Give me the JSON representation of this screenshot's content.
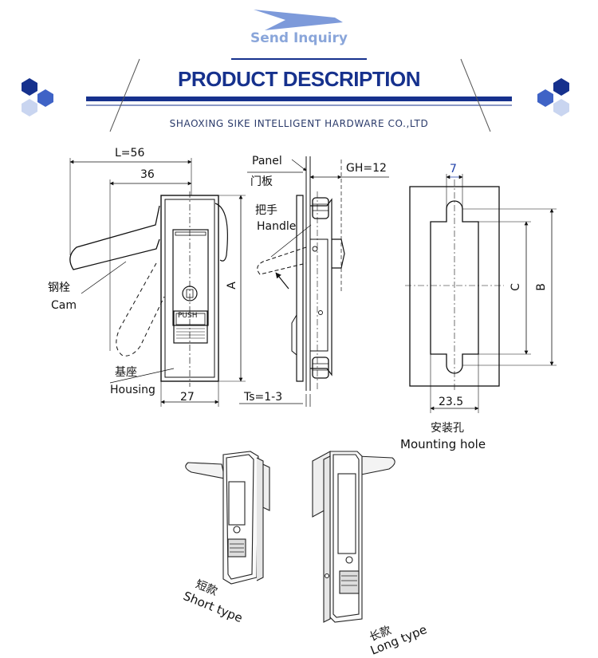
{
  "header": {
    "send_inquiry": "Send Inquiry",
    "title": "PRODUCT DESCRIPTION",
    "company": "SHAOXING SIKE INTELLIGENT HARDWARE CO.,LTD"
  },
  "front_view": {
    "dim_L": "L=56",
    "dim_36": "36",
    "dim_A": "A",
    "dim_27": "27",
    "cam_cn": "钢栓",
    "cam_en": "Cam",
    "housing_cn": "基座",
    "housing_en": "Housing",
    "push_text": "PUSH"
  },
  "side_view": {
    "panel_en": "Panel",
    "panel_cn": "门板",
    "dim_GH": "GH=12",
    "handle_cn": "把手",
    "handle_en": "Handle",
    "dim_Ts": "Ts=1-3"
  },
  "mounting_hole": {
    "dim_7": "7",
    "dim_C": "C",
    "dim_B": "B",
    "dim_23_5": "23.5",
    "label_cn": "安装孔",
    "label_en": "Mounting hole"
  },
  "types": {
    "short_cn": "短款",
    "short_en": "Short type",
    "long_cn": "长款",
    "long_en": "Long type"
  },
  "colors": {
    "brand_blue": "#16318d",
    "light_blue": "#8aa6da",
    "mid_blue": "#3f63c6"
  }
}
